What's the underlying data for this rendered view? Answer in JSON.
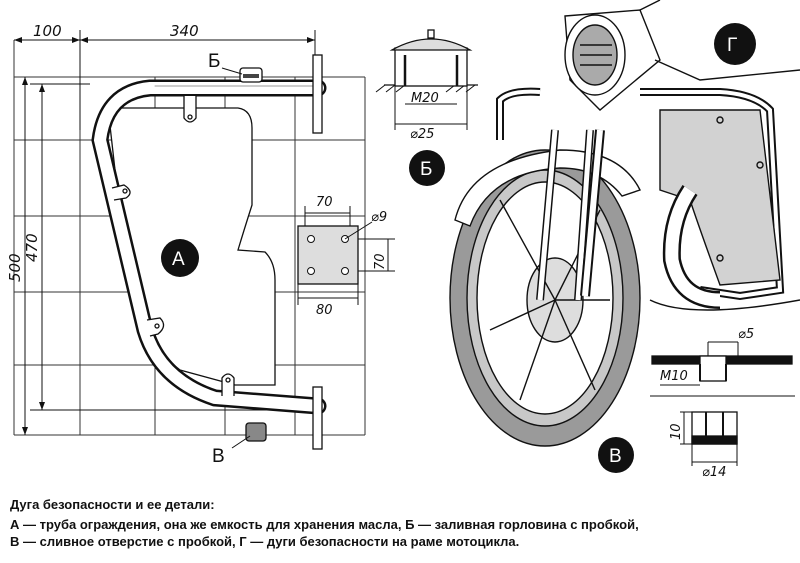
{
  "markers": {
    "a": "А",
    "b": "Б",
    "v": "В",
    "g": "Г"
  },
  "dims": {
    "top_left": "100",
    "top_width": "340",
    "height_outer": "500",
    "height_inner": "470",
    "plate_top": "70",
    "plate_bottom": "80",
    "plate_side": "70",
    "hole": "⌀9",
    "neck_thread": "М20",
    "neck_diam": "⌀25",
    "plug_hole": "⌀5",
    "plug_thread": "М10",
    "plug_height": "10",
    "plug_diam": "⌀14"
  },
  "caption": {
    "title": "Дуга безопасности и ее детали:",
    "line1": "А — труба ограждения, она же емкость для хранения масла, Б — заливная горловина с пробкой,",
    "line2": "В — сливное отверстие с пробкой, Г — дуги безопасности на раме мотоцикла."
  },
  "colors": {
    "ink": "#111111",
    "paper": "#ffffff",
    "shade": "#c8c8c8"
  },
  "icons": {
    "marker": "filled-circle-letter"
  }
}
